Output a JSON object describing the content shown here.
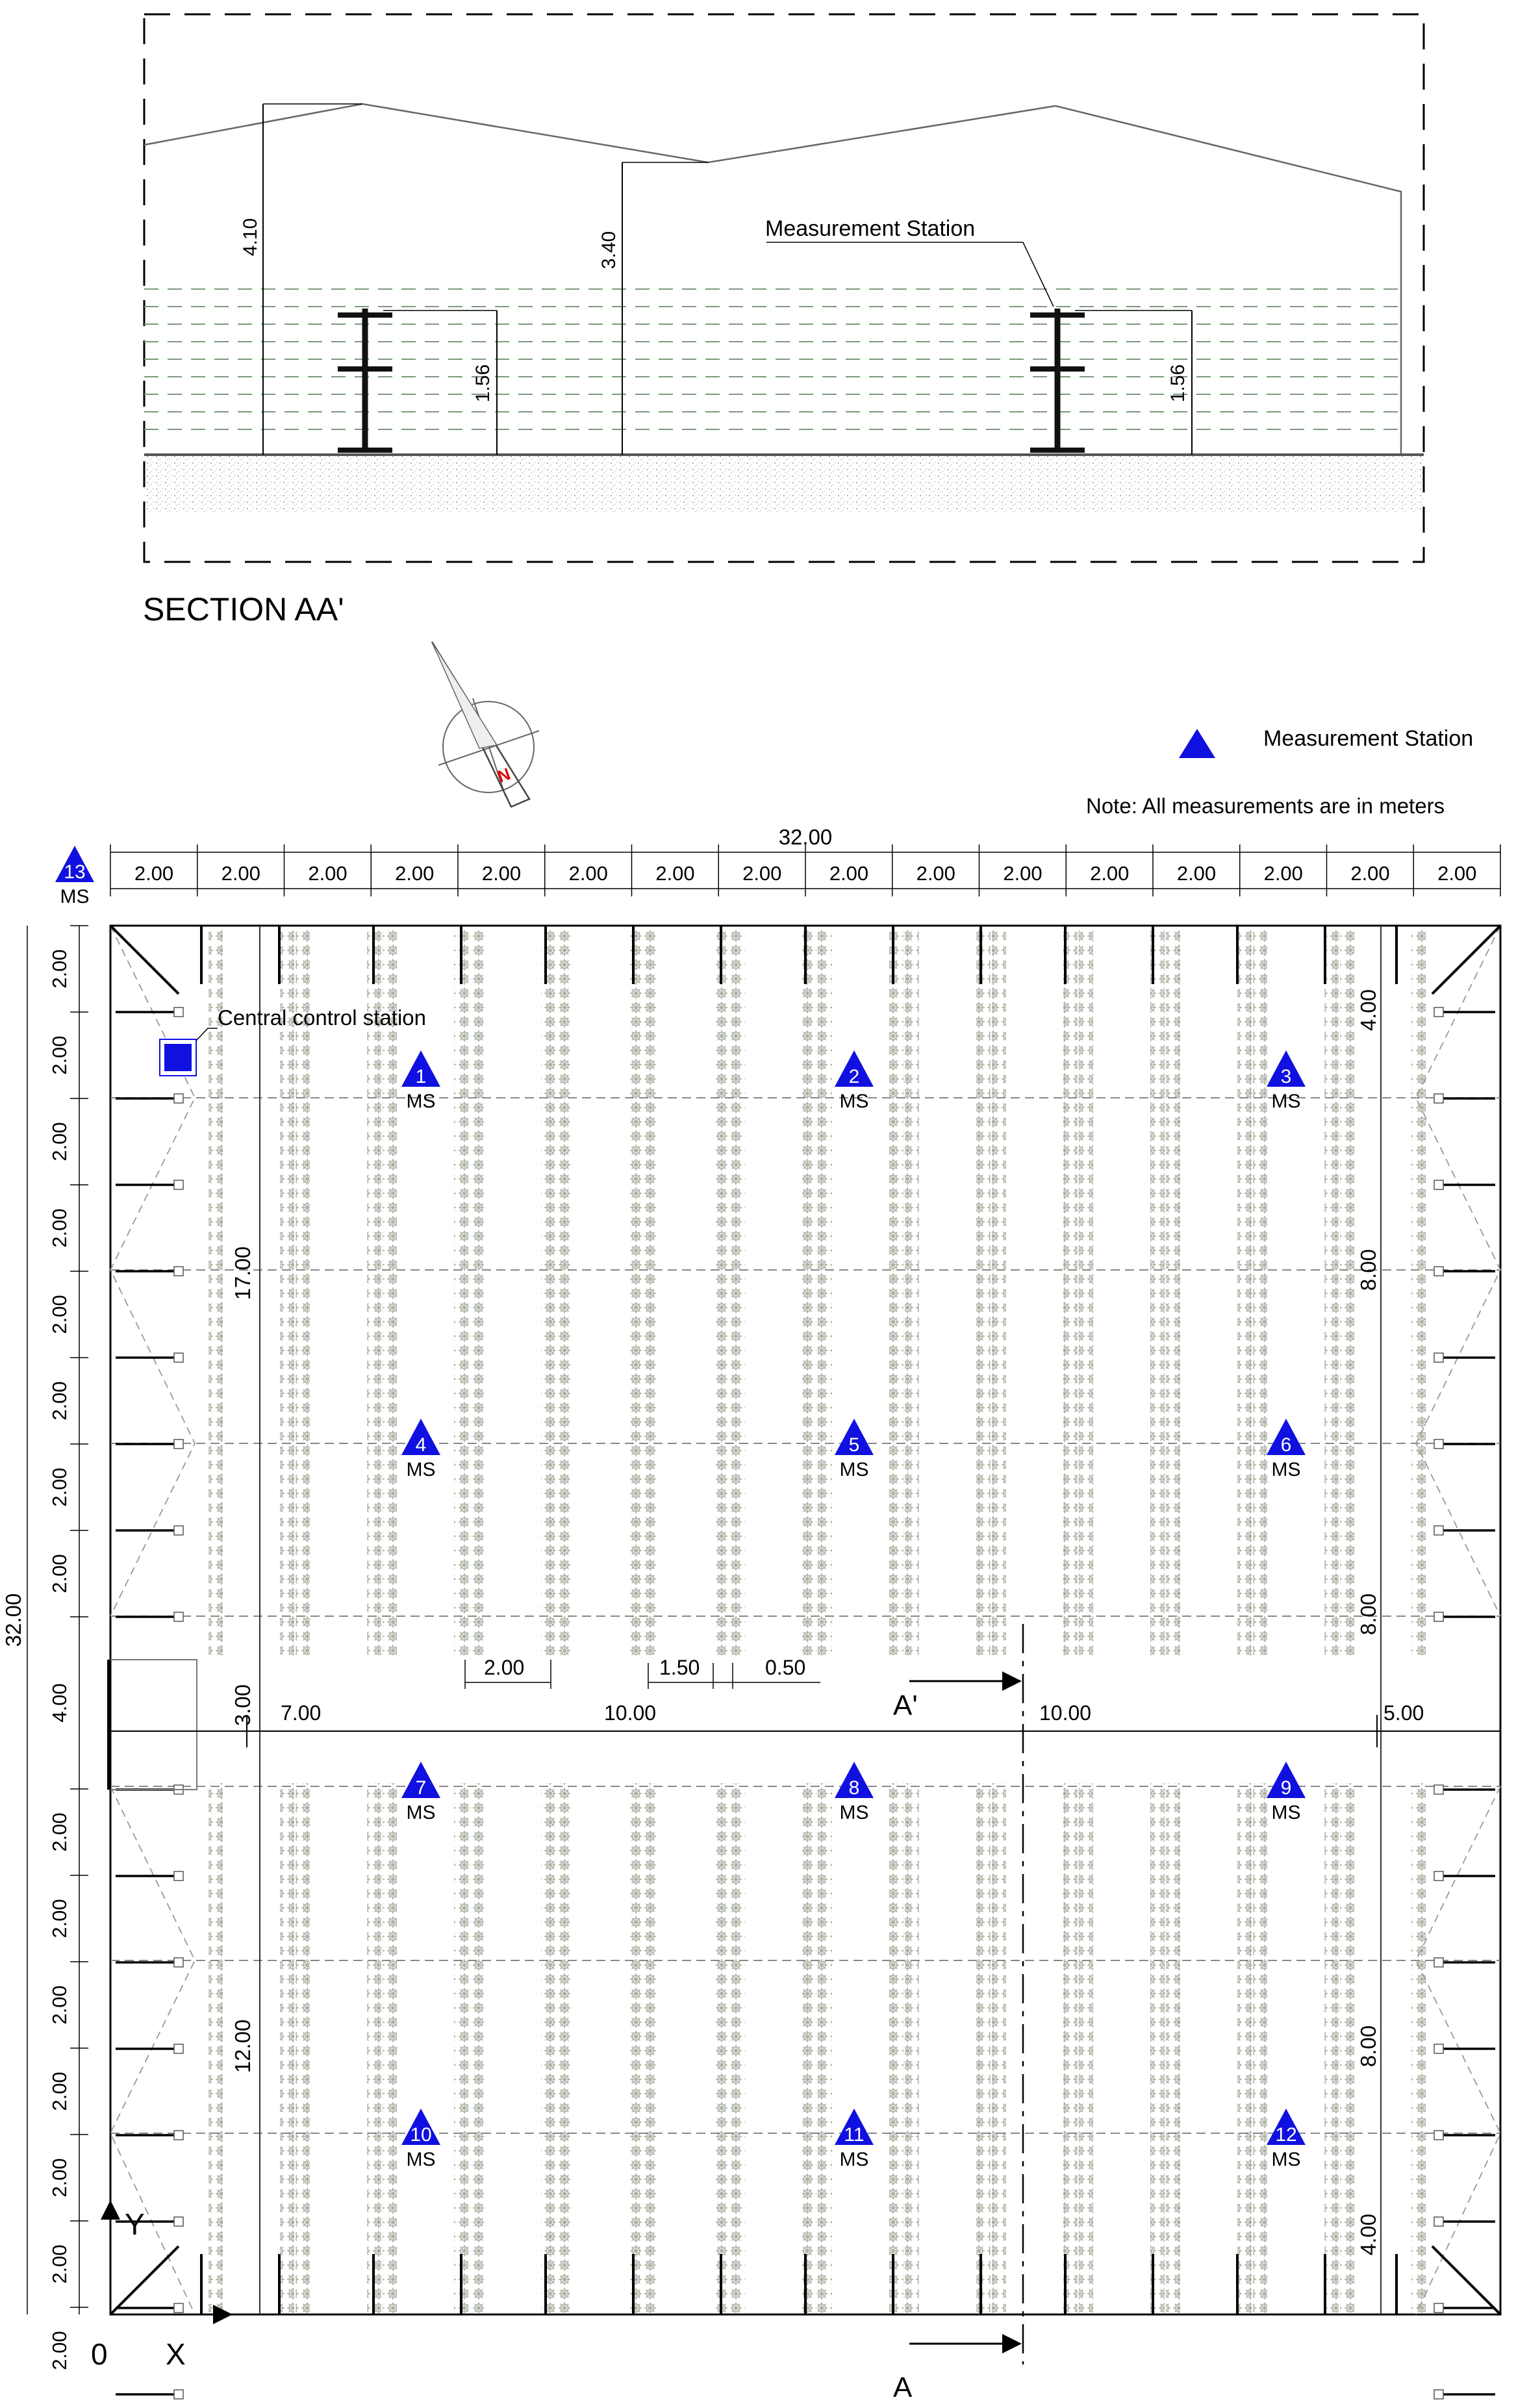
{
  "section": {
    "title": "SECTION AA'",
    "callout": "Measurement Station",
    "dims": {
      "left_height": "4.10",
      "mid_height": "3.40",
      "station_left": "1.56",
      "station_right": "1.56"
    }
  },
  "compass": {
    "letter": "N"
  },
  "legend": {
    "label": "Measurement Station",
    "note": "Note: All measurements are in meters",
    "color": "#1010e0"
  },
  "plan": {
    "overall_width": "32.00",
    "overall_height": "32.00",
    "top_spacing": [
      "2.00",
      "2.00",
      "2.00",
      "2.00",
      "2.00",
      "2.00",
      "2.00",
      "2.00",
      "2.00",
      "2.00",
      "2.00",
      "2.00",
      "2.00",
      "2.00",
      "2.00",
      "2.00"
    ],
    "left_spacing": [
      "2.00",
      "2.00",
      "2.00",
      "2.00",
      "2.00",
      "2.00",
      "2.00",
      "2.00",
      "4.00",
      "2.00",
      "2.00",
      "2.00",
      "2.00",
      "2.00",
      "2.00",
      "2.00"
    ],
    "left_inner": {
      "upper": "17.00",
      "mid": "3.00",
      "lower": "12.00"
    },
    "right_inner": {
      "a": "4.00",
      "b": "8.00",
      "c": "8.00",
      "d": "8.00",
      "e": "4.00"
    },
    "aisle_segments": [
      "7.00",
      "10.00",
      "10.00",
      "5.00"
    ],
    "spacing_callouts": {
      "row_spacing": "2.00",
      "pair_spacing": "1.50",
      "pair_gap": "0.50"
    },
    "control_station_label": "Central control station",
    "section_marks": {
      "upper": "A'",
      "lower": "A"
    },
    "axes": {
      "y": "Y",
      "x": "X",
      "origin": "0"
    },
    "station_abbrev": "MS",
    "stations": [
      "1",
      "2",
      "3",
      "4",
      "5",
      "6",
      "7",
      "8",
      "9",
      "10",
      "11",
      "12",
      "13"
    ]
  }
}
